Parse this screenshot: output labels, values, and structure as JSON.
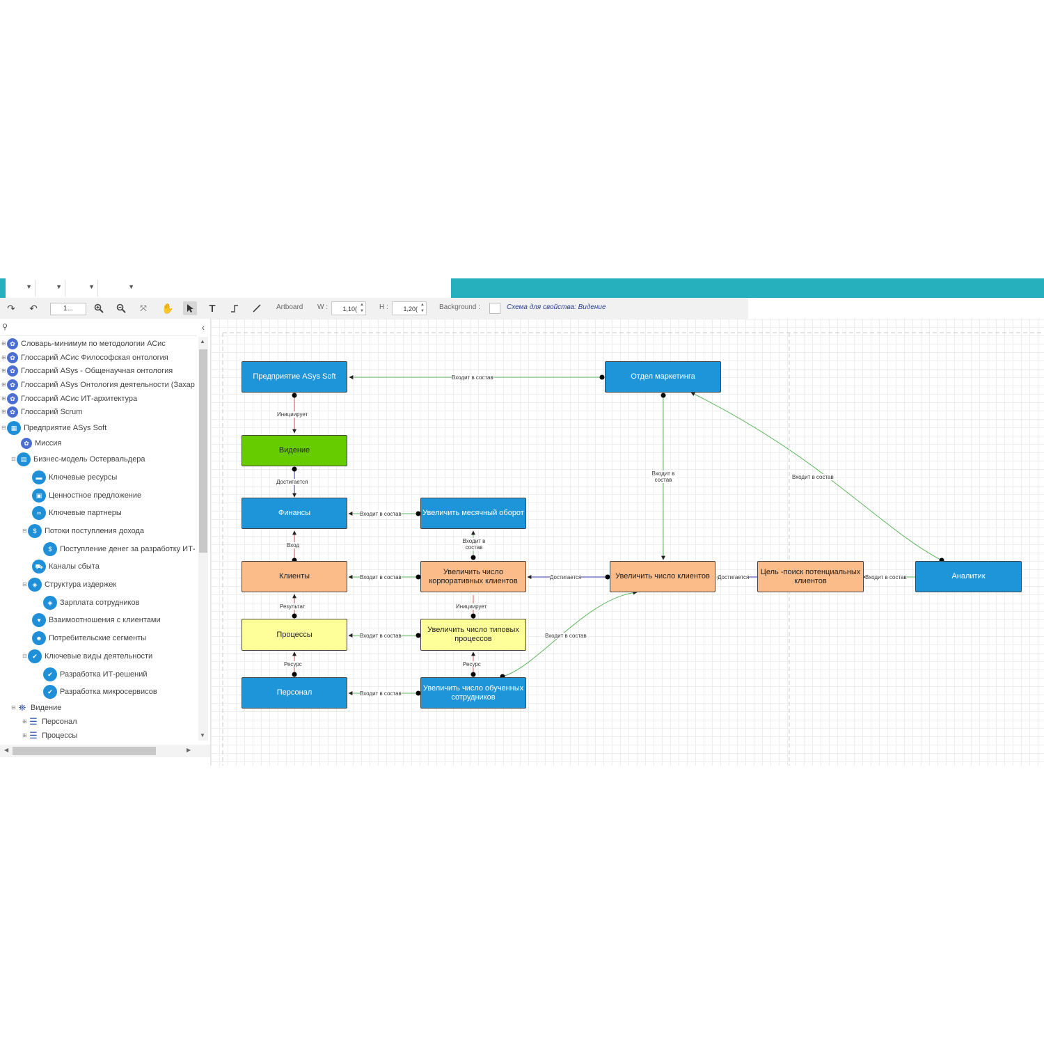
{
  "toolbar": {
    "zoom_value": "1...",
    "artboard_label": "Artboard",
    "w_label": "W :",
    "w_value": "1,10(",
    "h_label": "H :",
    "h_value": "1,20(",
    "background_label": "Background :",
    "schema_label": "Схема для свойства: Видение"
  },
  "sidebar": {
    "items": [
      {
        "label": "Словарь-минимум по методологии АСис"
      },
      {
        "label": "Глоссарий АСис Философская онтология"
      },
      {
        "label": "Глоссарий ASys - Общенаучная онтология"
      },
      {
        "label": "Глоссарий ASys Онтология деятельности (Захар"
      },
      {
        "label": "Глоссарий АСис ИТ-архитектура"
      },
      {
        "label": "Глоссарий Scrum"
      },
      {
        "label": "Предприятие ASys Soft"
      },
      {
        "label": "Миссия"
      },
      {
        "label": "Бизнес-модель Остервальдера"
      },
      {
        "label": "Ключевые ресурсы"
      },
      {
        "label": "Ценностное предложение"
      },
      {
        "label": "Ключевые партнеры"
      },
      {
        "label": "Потоки поступления дохода"
      },
      {
        "label": "Поступление денег за разработку ИТ-"
      },
      {
        "label": "Каналы сбыта"
      },
      {
        "label": "Структура издержек"
      },
      {
        "label": "Зарплата сотрудников"
      },
      {
        "label": "Взаимоотношения с клиентами"
      },
      {
        "label": "Потребительские сегменты"
      },
      {
        "label": "Ключевые виды деятельности"
      },
      {
        "label": "Разработка ИТ-решений"
      },
      {
        "label": "Разработка микросервисов"
      },
      {
        "label": "Видение"
      },
      {
        "label": "Персонал"
      },
      {
        "label": "Процессы"
      }
    ]
  },
  "diagram": {
    "nodes": {
      "enterprise": "Предприятие ASys Soft",
      "marketing": "Отдел маркетинга",
      "vision": "Видение",
      "finance": "Финансы",
      "monthly_turnover": "Увеличить месячный оборот",
      "clients": "Клиенты",
      "corp_clients": "Увеличить число корпоративных клиентов",
      "increase_clients": "Увеличить число клиентов",
      "goal_search": "Цель -поиск потенциальных клиентов",
      "analyst": "Аналитик",
      "processes": "Процессы",
      "typical_processes": "Увеличить число типовых процессов",
      "personnel": "Персонал",
      "trained_staff": "Увеличить число обученных сотрудников"
    },
    "edges": {
      "e_enterprise_marketing": "Входит в состав",
      "e_initiates_1": "Инициирует",
      "e_achieved_1": "Достигается",
      "e_turnover_finance": "Входит в состав",
      "e_input": "Вход",
      "e_corp_turnover": "Входит в состав",
      "e_corp_clients": "Входит в состав",
      "e_achieved_2": "Достигается",
      "e_marketing_increase": "Входит в состав",
      "e_analyst_marketing": "Входит в состав",
      "e_achieved_3": "Достигается",
      "e_analyst_goal": "Входит в состав",
      "e_result": "Результат",
      "e_initiates_2": "Инициирует",
      "e_typical_processes": "Входит в состав",
      "e_trained_increase": "Входит в состав",
      "e_resource_1": "Ресурс",
      "e_resource_2": "Ресурс",
      "e_trained_personnel": "Входит в состав"
    }
  }
}
